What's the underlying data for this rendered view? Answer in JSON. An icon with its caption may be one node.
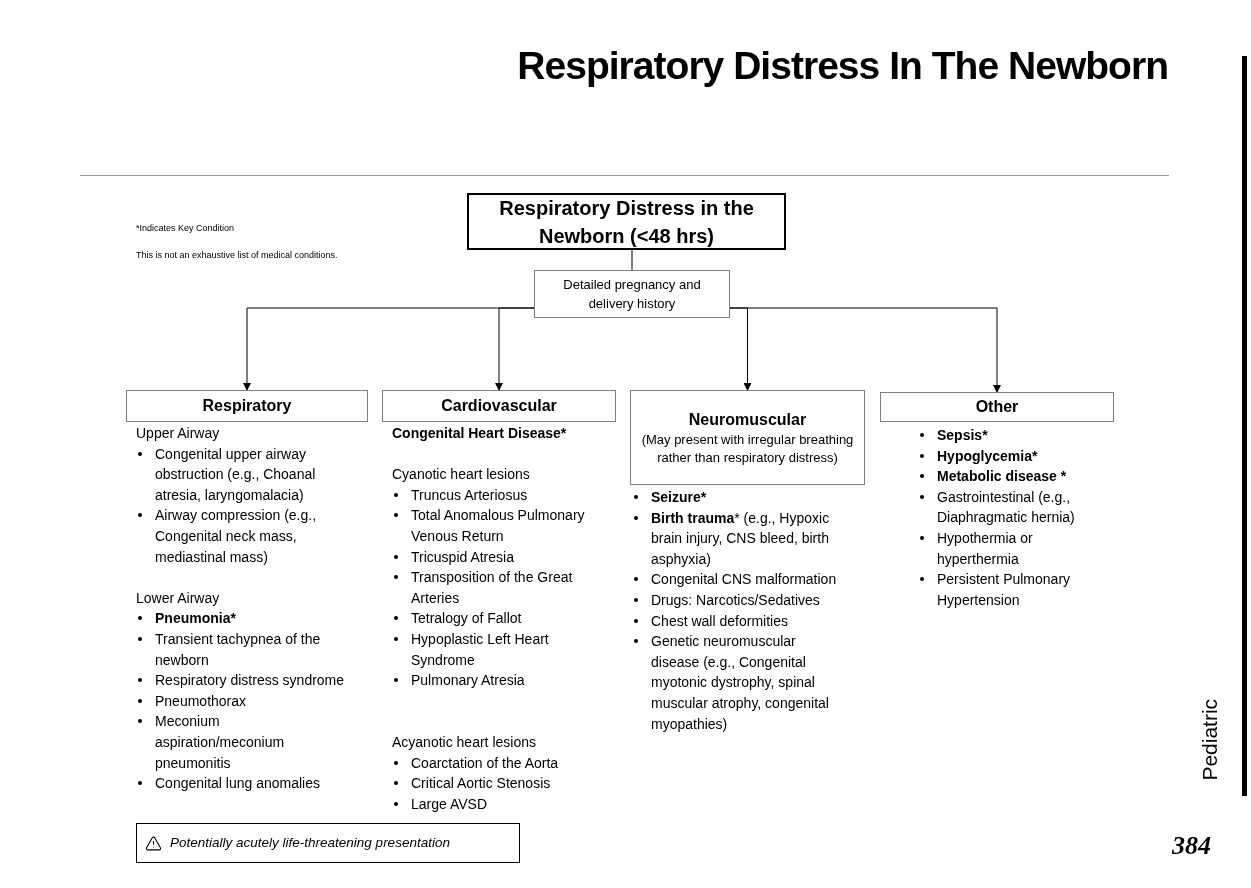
{
  "diagram": {
    "title": "Respiratory Distress In The Newborn",
    "nodes": [
      {
        "text": [
          "Respiratory Distress in the Newborn (<48 hrs)"
        ]
      },
      {
        "text": [
          "Detailed pregnancy and delivery history"
        ]
      },
      {
        "text": [
          "Respiratory"
        ],
        "beside": [
          "Upper Airway",
          "Congenital upper airway obstruction (e.g., Choanal atresia, laryngomalacia)",
          "Airway compression (e.g., Congenital neck mass, mediastinal mass)",
          "Lower Airway",
          "Pneumonia*",
          "Transient tachypnea of the newborn",
          "Respiratory distress syndrome",
          "Pneumothorax",
          "Meconium aspiration/meconium pneumonitis",
          "Congenital lung anomalies"
        ]
      },
      {
        "text": [
          "Cardiovascular"
        ],
        "beside": [
          "Congenital Heart Disease*",
          "Cyanotic heart lesions",
          "Truncus Arteriosus",
          "Total Anomalous Pulmonary Venous Return",
          "Tricuspid Atresia",
          "Transposition of the Great Arteries",
          "Tetralogy of Fallot",
          "Hypoplastic Left Heart Syndrome",
          "Pulmonary Atresia",
          "Acyanotic heart lesions",
          "Coarctation of the Aorta",
          "Critical Aortic Stenosis",
          "Large AVSD"
        ]
      },
      {
        "text": [
          "Neuromuscular",
          "(May present with irregular breathing rather than respiratory distress)"
        ],
        "beside": [
          "Seizure*",
          "**Birth trauma*** (e.g., Hypoxic brain injury, CNS bleed, birth asphyxia)",
          "Congenital CNS malformation",
          "Drugs: Narcotics/Sedatives",
          "Chest wall deformities",
          "Genetic neuromuscular disease (e.g., Congenital myotonic dystrophy, spinal muscular atrophy, congenital myopathies)"
        ]
      },
      {
        "text": [
          "Other"
        ],
        "beside": [
          "Sepsis*",
          "Hypoglycemia*",
          "Metabolic disease *",
          "Gastrointestinal (e.g., Diaphragmatic hernia)",
          "Hypothermia or hyperthermia",
          "Persistent Pulmonary Hypertension"
        ]
      },
      {
        "text": [
          "Potentially acutely life-threatening presentation"
        ]
      }
    ],
    "edges": [
      {
        "from": 0,
        "to": 1,
        "arrow": "none"
      },
      {
        "from": 1,
        "to": 2,
        "arrow": "to"
      },
      {
        "from": 1,
        "to": 3,
        "arrow": "to"
      },
      {
        "from": 1,
        "to": 4,
        "arrow": "to"
      },
      {
        "from": 1,
        "to": 5,
        "arrow": "to"
      }
    ],
    "labels": [
      "*Indicates Key Condition",
      "This is not an exhaustive list of medical conditions.",
      "Pediatric",
      "384"
    ]
  }
}
